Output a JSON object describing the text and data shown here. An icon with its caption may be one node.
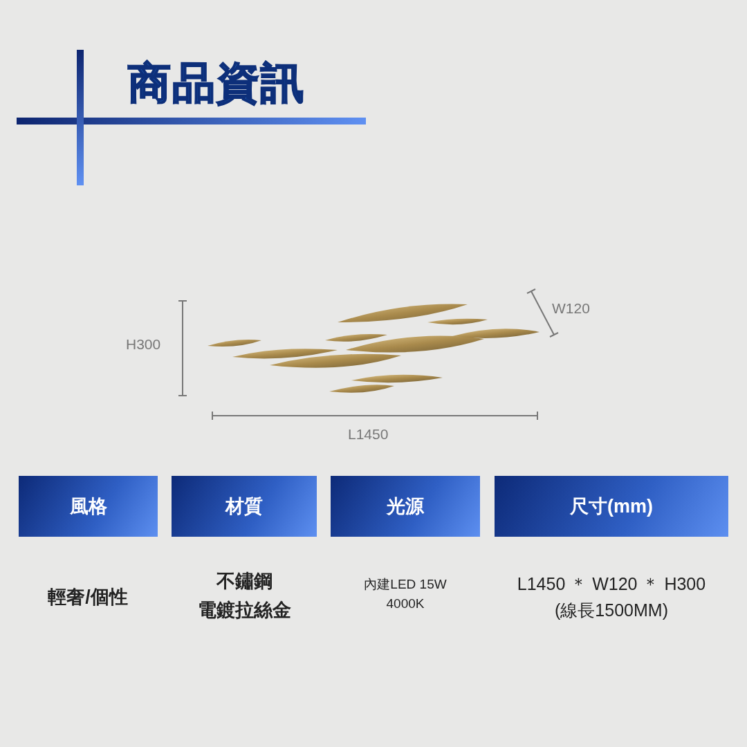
{
  "diagram": {
    "title": "商品資訊",
    "labels": [
      "H300",
      "W120",
      "L1450",
      "風格",
      "材質",
      "光源",
      "尺寸(mm)",
      "輕奢/個性",
      "不鏽鋼",
      "電鍍拉絲金",
      "內建LED 15W",
      "4000K",
      "L1450 ＊ W120 ＊ H300",
      "(線長1500MM)"
    ]
  }
}
